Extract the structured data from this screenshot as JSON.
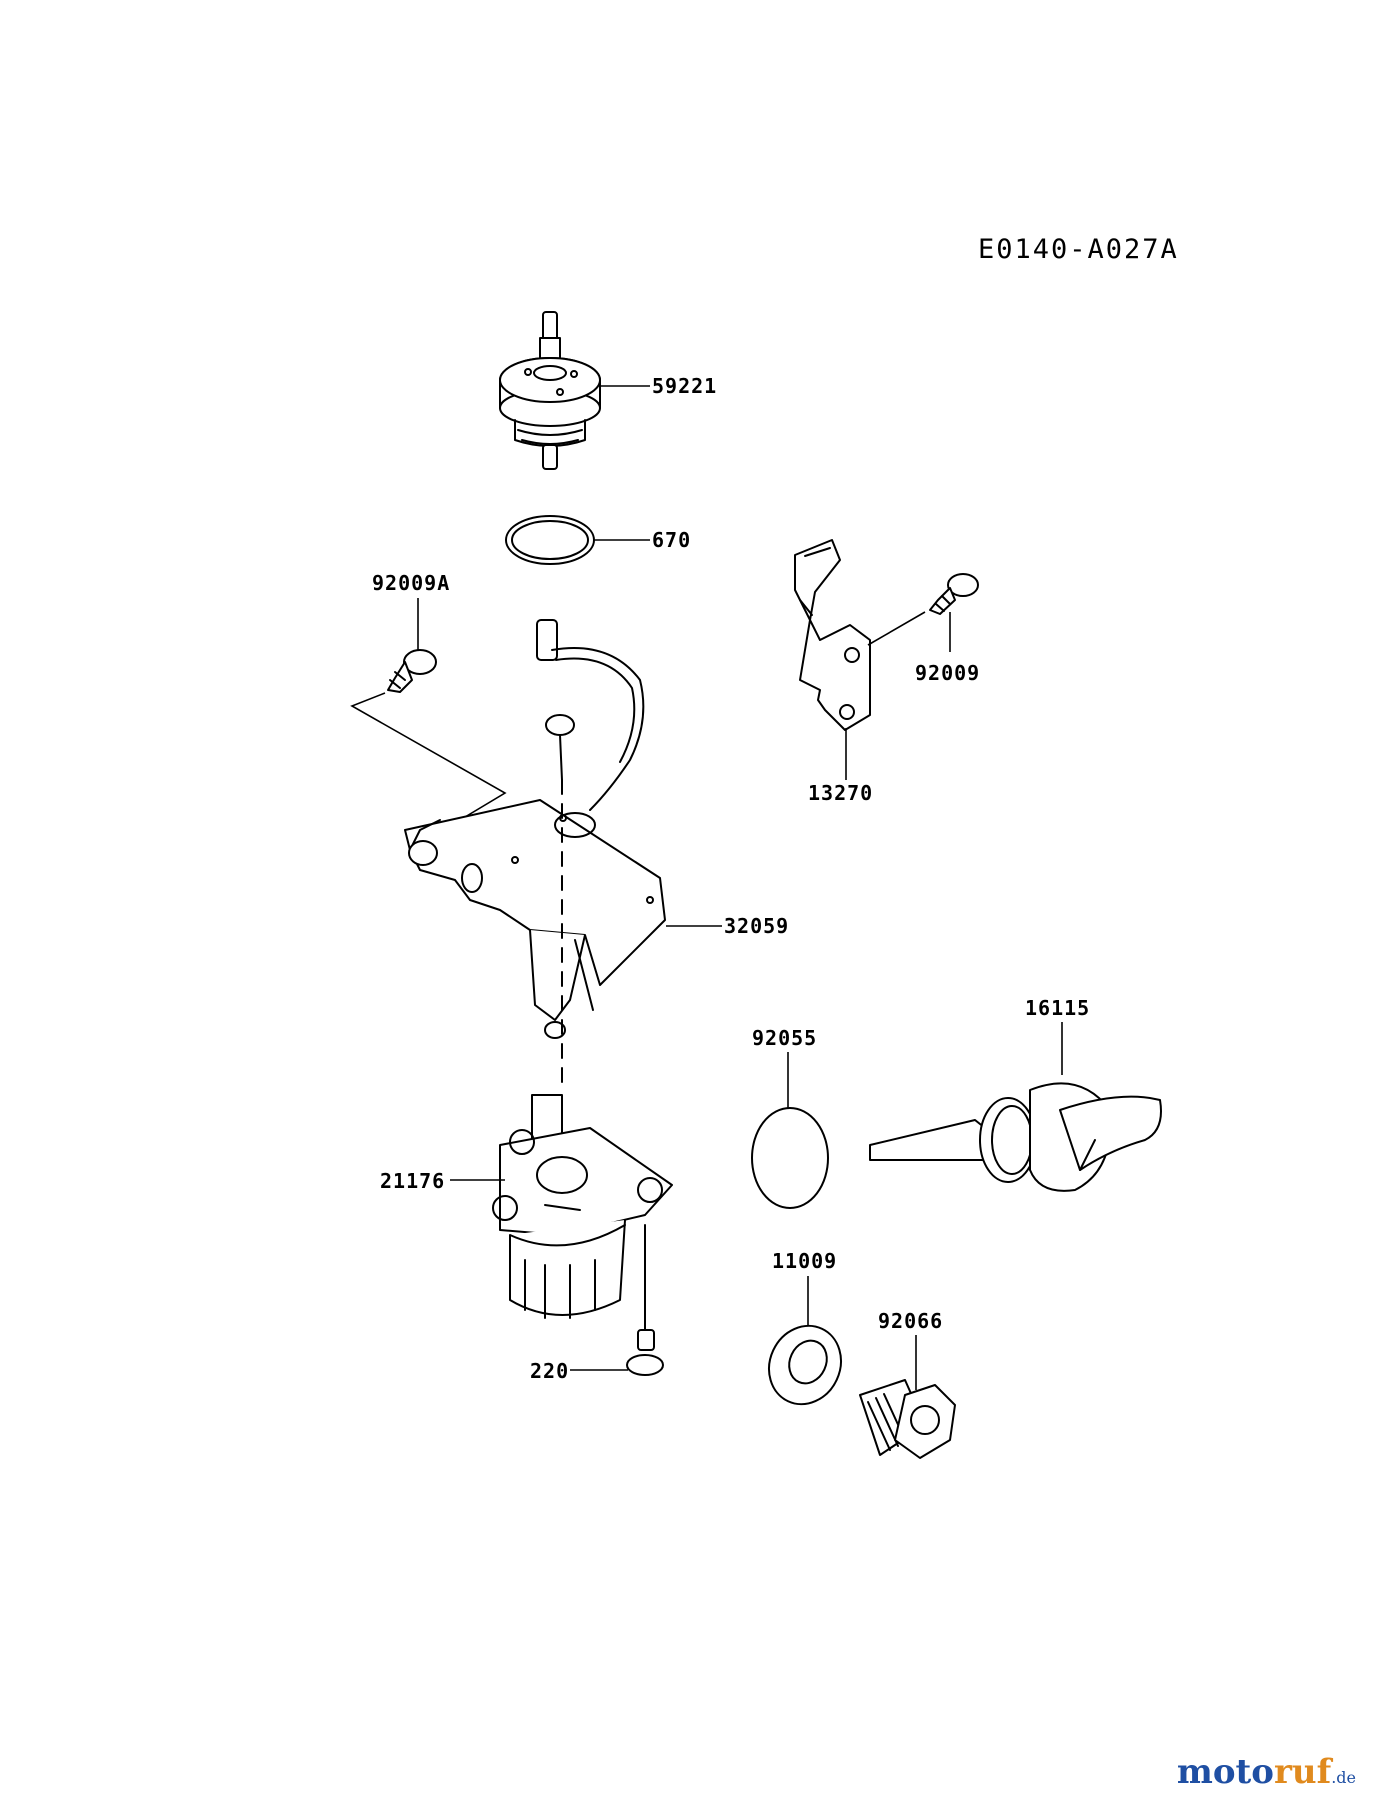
{
  "diagram": {
    "code": "E0140-A027A",
    "part_numbers": {
      "p59221": "59221",
      "p670": "670",
      "p92009A": "92009A",
      "p92009": "92009",
      "p13270": "13270",
      "p32059": "32059",
      "p16115": "16115",
      "p92055": "92055",
      "p21176": "21176",
      "p11009": "11009",
      "p92066": "92066",
      "p220": "220"
    }
  },
  "watermark": {
    "part_a": "moto",
    "part_b": "ruf",
    "part_c": ".de"
  }
}
